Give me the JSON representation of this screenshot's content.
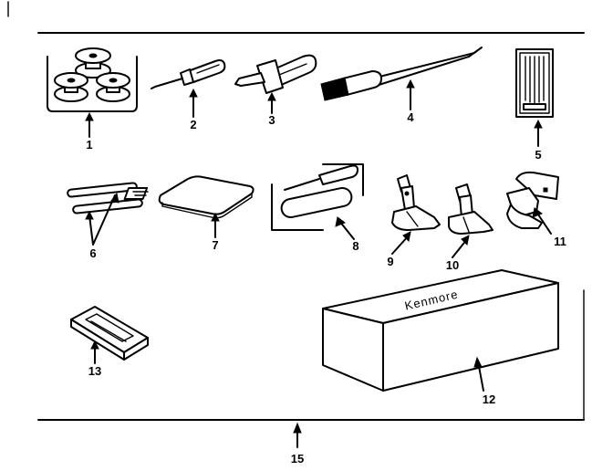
{
  "labels": {
    "p1": "1",
    "p2": "2",
    "p3": "3",
    "p4": "4",
    "p5": "5",
    "p6": "6",
    "p7": "7",
    "p8": "8",
    "p9": "9",
    "p10": "10",
    "p11": "11",
    "p12": "12",
    "p13": "13",
    "p15": "15"
  },
  "brand_text": "Kenmore"
}
